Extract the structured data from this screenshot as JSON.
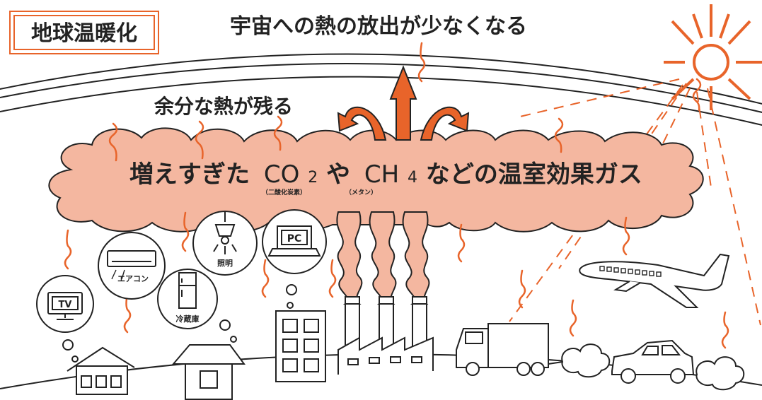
{
  "title_box": {
    "label": "地球温暖化"
  },
  "captions": {
    "top": "宇宙への熱の放出が少なくなる",
    "remaining_heat": "余分な熱が残る"
  },
  "gas_layer": {
    "text_part1": "増えすぎた",
    "co2_main": "CO",
    "co2_sub": "2",
    "between": "や",
    "ch4_main": "CH",
    "ch4_sub": "4",
    "text_part2": "などの温室効果ガス",
    "co2_note": "（二酸化炭素）",
    "ch4_note": "（メタン）"
  },
  "appliances": {
    "tv": "TV",
    "aircon": "エアコン",
    "fridge": "冷蔵庫",
    "light": "照明",
    "pc": "PC"
  },
  "colors": {
    "accent": "#E8642A",
    "cloud": "#F4B7A0",
    "line": "#222222"
  }
}
